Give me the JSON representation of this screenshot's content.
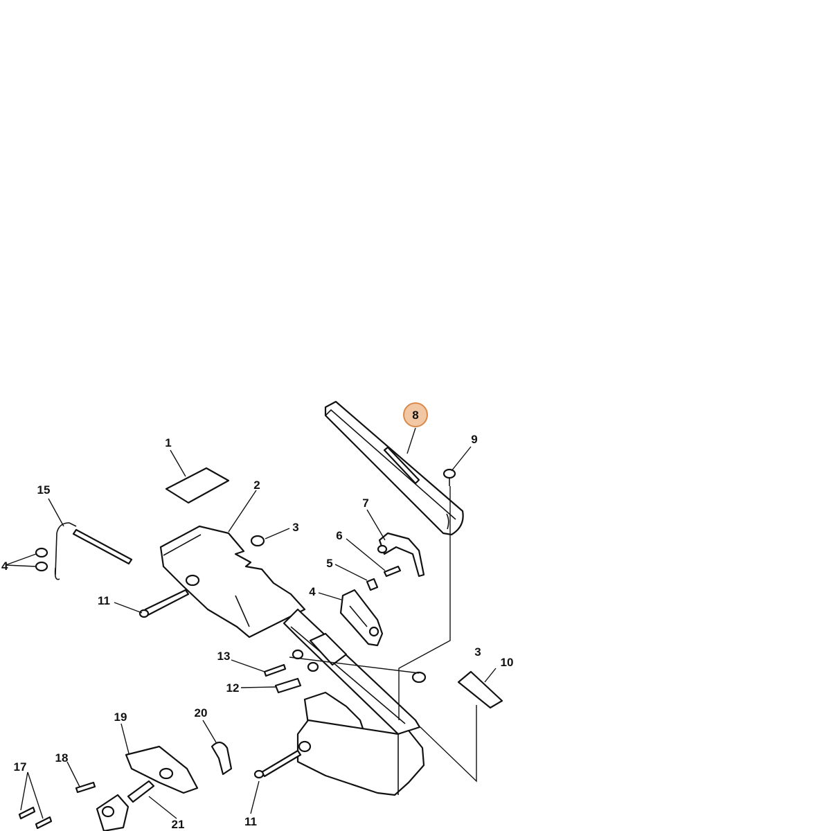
{
  "highlight": {
    "label": "8",
    "fill": "#f2c7a3",
    "stroke": "#d98a4a"
  },
  "callouts": {
    "c1": "1",
    "c2": "2",
    "c3a": "3",
    "c3b": "3",
    "c4": "4",
    "c5": "5",
    "c6": "6",
    "c7": "7",
    "c8": "8",
    "c9": "9",
    "c10": "10",
    "c11a": "11",
    "c11b": "11",
    "c12": "12",
    "c13": "13",
    "c14": "4",
    "c15": "15",
    "c17": "17",
    "c18": "18",
    "c19": "19",
    "c20": "20",
    "c21": "21"
  }
}
